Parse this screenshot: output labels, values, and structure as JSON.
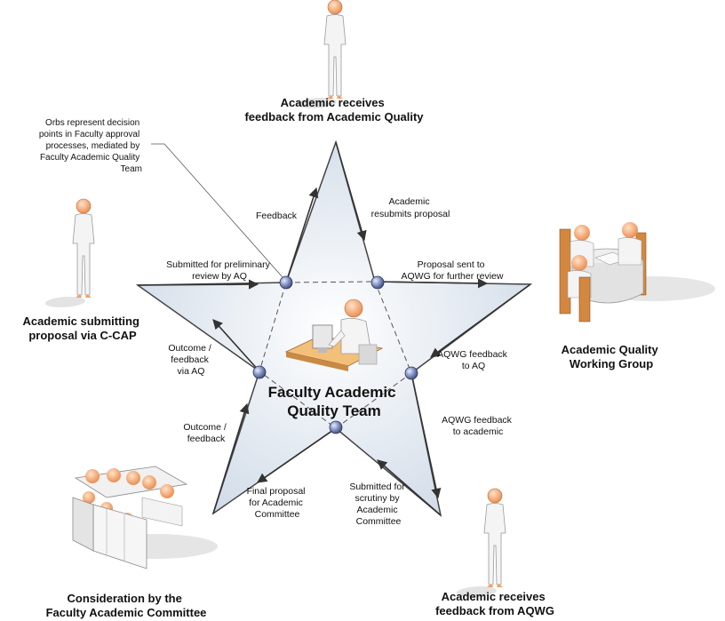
{
  "center_title": [
    "Faculty Academic",
    "Quality Team"
  ],
  "note": [
    "Orbs represent decision",
    "points in Faculty approval",
    "processes, mediated by",
    "Faculty Academic Quality",
    "Team"
  ],
  "actors": {
    "top": [
      "Academic receives",
      "feedback from Academic Quality"
    ],
    "left": [
      "Academic submitting",
      "proposal via C-CAP"
    ],
    "right": [
      "Academic Quality",
      "Working Group"
    ],
    "bottom_left": [
      "Consideration by the",
      "Faculty Academic Committee"
    ],
    "bottom_right": [
      "Academic receives",
      "feedback from AQWG"
    ]
  },
  "edges": {
    "feedback": [
      "Feedback"
    ],
    "resubmits": [
      "Academic",
      "resubmits proposal"
    ],
    "submitted_prelim": [
      "Submitted for preliminary",
      "review by AQ"
    ],
    "proposal_sent": [
      "Proposal sent to",
      "AQWG for further review"
    ],
    "outcome_via_aq": [
      "Outcome /",
      "feedback",
      "via AQ"
    ],
    "aqwg_to_aq": [
      "AQWG feedback",
      "to AQ"
    ],
    "aqwg_to_academic": [
      "AQWG feedback",
      "to academic"
    ],
    "outcome_feedback": [
      "Outcome /",
      "feedback"
    ],
    "final_proposal": [
      "Final proposal",
      "for Academic",
      "Committee"
    ],
    "submitted_scrutiny": [
      "Submitted for",
      "scrutiny by",
      "Academic",
      "Committee"
    ]
  },
  "colors": {
    "star_fill": "#dfe8f2",
    "star_stroke": "#4a4a4a",
    "orb": "#6f7fb0",
    "figure_fill": "#f4f4f4",
    "figure_accent": "#f0a060"
  }
}
